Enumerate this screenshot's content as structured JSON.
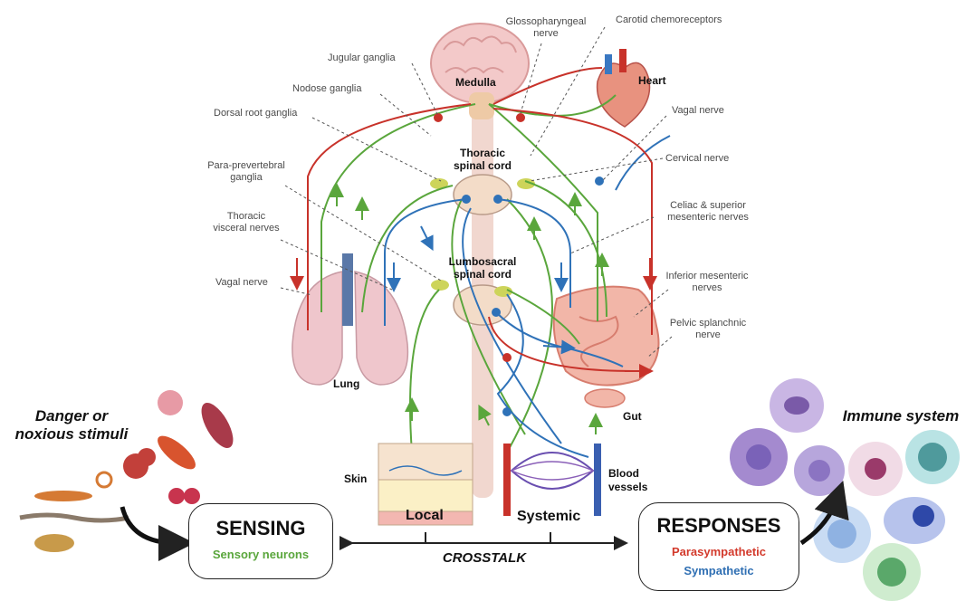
{
  "organs": {
    "medulla": "Medulla",
    "heart": "Heart",
    "lung": "Lung",
    "gut": "Gut",
    "skin": "Skin",
    "blood_vessels": "Blood\nvessels"
  },
  "cords": {
    "thoracic": "Thoracic\nspinal cord",
    "lumbosacral": "Lumbosacral\nspinal cord"
  },
  "labels_left": {
    "jugular_ganglia": "Jugular ganglia",
    "nodose_ganglia": "Nodose ganglia",
    "dorsal_root_ganglia": "Dorsal root ganglia",
    "para_prevertebral_ganglia": "Para-prevertebral\nganglia",
    "thoracic_visceral_nerves": "Thoracic\nvisceral nerves",
    "vagal_nerve": "Vagal nerve"
  },
  "labels_top": {
    "glossopharyngeal_nerve": "Glossopharyngeal\nnerve",
    "carotid_chemoreceptors": "Carotid chemoreceptors"
  },
  "labels_right": {
    "vagal_nerve": "Vagal nerve",
    "cervical_nerve": "Cervical nerve",
    "celiac_superior_mesenteric": "Celiac & superior\nmesenteric  nerves",
    "inferior_mesenteric": "Inferior mesenteric\nnerves",
    "pelvic_splanchnic": "Pelvic splanchnic\nnerve"
  },
  "stimuli": {
    "title": "Danger or\nnoxious stimuli"
  },
  "immune": {
    "title": "Immune system"
  },
  "sensing": {
    "title": "SENSING",
    "subtitle": "Sensory neurons"
  },
  "responses": {
    "title": "RESPONSES",
    "parasympathetic": "Parasympathetic",
    "sympathetic": "Sympathetic"
  },
  "crosstalk": "CROSSTALK",
  "scopes": {
    "local": "Local",
    "systemic": "Systemic"
  },
  "colors": {
    "sensory_green": "#5aa63c",
    "parasympathetic_red": "#c8322a",
    "sympathetic_blue": "#2f72b8",
    "ganglion_yellow": "#cdd45a"
  }
}
